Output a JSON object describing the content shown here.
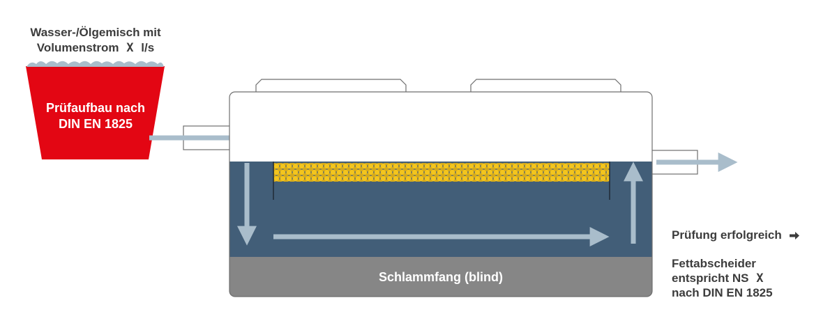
{
  "source_label": {
    "line1": "Wasser-/Ölgemisch mit",
    "line2_prefix": "Volumenstrom",
    "line2_var": "X",
    "line2_suffix": "l/s"
  },
  "test_rig": {
    "line1": "Prüfaufbau nach",
    "line2": "DIN EN 1825"
  },
  "sludge_trap": {
    "label": "Schlammfang (blind)"
  },
  "result": {
    "success": "Prüfung erfolgreich",
    "success_icon": "arrow-right-icon",
    "line1": "Fettabscheider",
    "line2_prefix": "entspricht NS",
    "line2_var": "X",
    "line3": "nach DIN EN 1825"
  },
  "colors": {
    "red": "#E30613",
    "water": "#A9BDCB",
    "tank_water": "#425E78",
    "sludge": "#868686",
    "filter": "#F3C51E",
    "outline": "#6E6E6E",
    "text": "#3C3C3C"
  }
}
